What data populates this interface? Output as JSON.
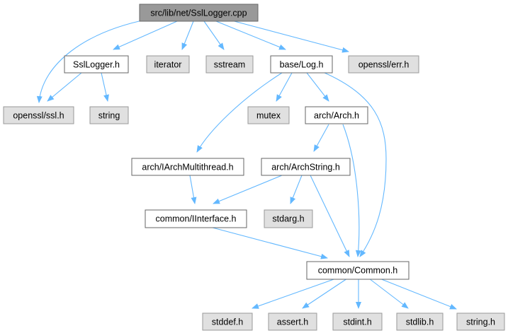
{
  "colors": {
    "root_fill": "#999999",
    "root_stroke": "#666666",
    "local_fill": "#ffffff",
    "local_stroke": "#666666",
    "system_fill": "#e0e0e0",
    "system_stroke": "#999999",
    "edge": "#63b8ff",
    "text": "#000000"
  },
  "nodes": {
    "root": {
      "label": "src/lib/net/SslLogger.cpp",
      "kind": "root"
    },
    "ssllogger_h": {
      "label": "SslLogger.h",
      "kind": "local"
    },
    "iterator": {
      "label": "iterator",
      "kind": "system"
    },
    "sstream": {
      "label": "sstream",
      "kind": "system"
    },
    "log_h": {
      "label": "base/Log.h",
      "kind": "local"
    },
    "openssl_err": {
      "label": "openssl/err.h",
      "kind": "system"
    },
    "openssl_ssl": {
      "label": "openssl/ssl.h",
      "kind": "system"
    },
    "string": {
      "label": "string",
      "kind": "system"
    },
    "mutex": {
      "label": "mutex",
      "kind": "system"
    },
    "arch_h": {
      "label": "arch/Arch.h",
      "kind": "local"
    },
    "iarchmt_h": {
      "label": "arch/IArchMultithread.h",
      "kind": "local"
    },
    "archstring_h": {
      "label": "arch/ArchString.h",
      "kind": "local"
    },
    "iinterface_h": {
      "label": "common/IInterface.h",
      "kind": "local"
    },
    "stdarg_h": {
      "label": "stdarg.h",
      "kind": "system"
    },
    "common_h": {
      "label": "common/Common.h",
      "kind": "local"
    },
    "stddef_h": {
      "label": "stddef.h",
      "kind": "system"
    },
    "assert_h": {
      "label": "assert.h",
      "kind": "system"
    },
    "stdint_h": {
      "label": "stdint.h",
      "kind": "system"
    },
    "stdlib_h": {
      "label": "stdlib.h",
      "kind": "system"
    },
    "string_h": {
      "label": "string.h",
      "kind": "system"
    }
  },
  "edges": [
    [
      "root",
      "ssllogger_h"
    ],
    [
      "root",
      "iterator"
    ],
    [
      "root",
      "sstream"
    ],
    [
      "root",
      "log_h"
    ],
    [
      "root",
      "openssl_err"
    ],
    [
      "root",
      "openssl_ssl"
    ],
    [
      "ssllogger_h",
      "openssl_ssl"
    ],
    [
      "ssllogger_h",
      "string"
    ],
    [
      "log_h",
      "mutex"
    ],
    [
      "log_h",
      "arch_h"
    ],
    [
      "log_h",
      "iarchmt_h"
    ],
    [
      "log_h",
      "common_h"
    ],
    [
      "arch_h",
      "archstring_h"
    ],
    [
      "arch_h",
      "common_h"
    ],
    [
      "iarchmt_h",
      "iinterface_h"
    ],
    [
      "archstring_h",
      "iinterface_h"
    ],
    [
      "archstring_h",
      "stdarg_h"
    ],
    [
      "archstring_h",
      "common_h"
    ],
    [
      "iinterface_h",
      "common_h"
    ],
    [
      "common_h",
      "stddef_h"
    ],
    [
      "common_h",
      "assert_h"
    ],
    [
      "common_h",
      "stdint_h"
    ],
    [
      "common_h",
      "stdlib_h"
    ],
    [
      "common_h",
      "string_h"
    ]
  ]
}
